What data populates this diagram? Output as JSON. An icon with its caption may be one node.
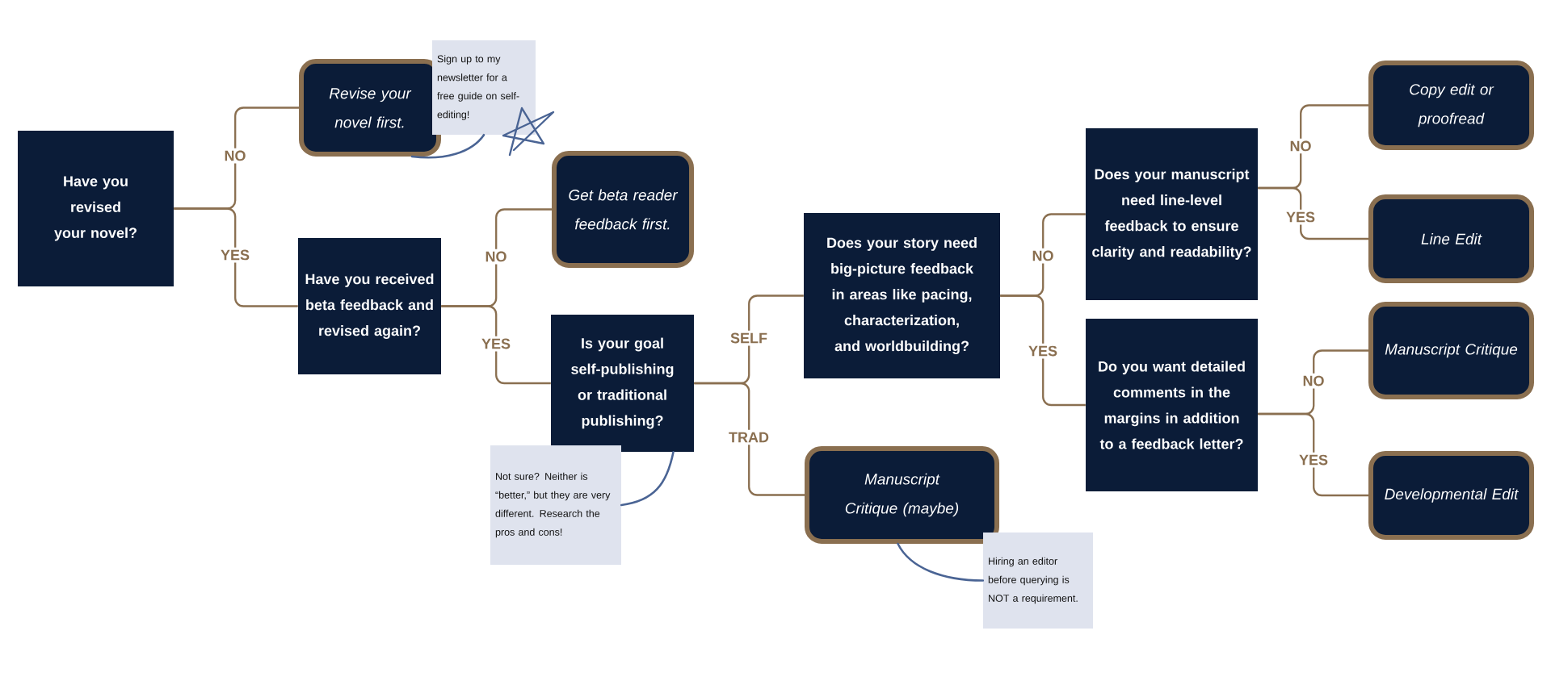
{
  "diagram": {
    "nodes": [
      {
        "text": [
          "Have you revised your novel?"
        ]
      },
      {
        "text": [
          "Revise your novel first."
        ]
      },
      {
        "text": [
          "Sign up to my newsletter for a free guide on self-editing!"
        ]
      },
      {
        "text": [
          "Have you received beta feedback and revised again?"
        ]
      },
      {
        "text": [
          "Get beta reader feedback first."
        ]
      },
      {
        "text": [
          "Is your goal self-publishing or traditional publishing?"
        ]
      },
      {
        "text": [
          "Not sure? Neither is “better,” but they are very different. Research the pros and cons!"
        ]
      },
      {
        "text": [
          "Does your story need big-picture feedback in areas like pacing, characterization, and worldbuilding?"
        ]
      },
      {
        "text": [
          "Manuscript Critique (maybe)"
        ]
      },
      {
        "text": [
          "Hiring an editor before querying is NOT a requirement."
        ]
      },
      {
        "text": [
          "Does your manuscript need line-level feedback to ensure clarity and readability?"
        ]
      },
      {
        "text": [
          "Do you want detailed comments in the margins in addition to a feedback letter?"
        ]
      },
      {
        "text": [
          "Copy edit or proofread"
        ]
      },
      {
        "text": [
          "Line Edit"
        ]
      },
      {
        "text": [
          "Manuscript Critique"
        ]
      },
      {
        "text": [
          "Developmental Edit"
        ]
      }
    ],
    "edges": [
      {
        "from": 0,
        "to": 1,
        "arrow": "none",
        "label": "NO"
      },
      {
        "from": 0,
        "to": 3,
        "arrow": "none",
        "label": "YES"
      },
      {
        "from": 2,
        "to": 1,
        "arrow": "none",
        "color": "#4a6494"
      },
      {
        "from": 3,
        "to": 4,
        "arrow": "none",
        "label": "NO"
      },
      {
        "from": 3,
        "to": 5,
        "arrow": "none",
        "label": "YES"
      },
      {
        "from": 5,
        "to": 7,
        "arrow": "none",
        "label": "SELF"
      },
      {
        "from": 5,
        "to": 8,
        "arrow": "none",
        "label": "TRAD"
      },
      {
        "from": 6,
        "to": 5,
        "arrow": "none",
        "color": "#4a6494"
      },
      {
        "from": 7,
        "to": 10,
        "arrow": "none",
        "label": "NO"
      },
      {
        "from": 7,
        "to": 11,
        "arrow": "none",
        "label": "YES"
      },
      {
        "from": 9,
        "to": 8,
        "arrow": "none",
        "color": "#4a6494"
      },
      {
        "from": 10,
        "to": 12,
        "arrow": "none",
        "label": "NO"
      },
      {
        "from": 10,
        "to": 13,
        "arrow": "none",
        "label": "YES"
      },
      {
        "from": 11,
        "to": 14,
        "arrow": "none",
        "label": "NO"
      },
      {
        "from": 11,
        "to": 15,
        "arrow": "none",
        "label": "YES"
      }
    ]
  }
}
